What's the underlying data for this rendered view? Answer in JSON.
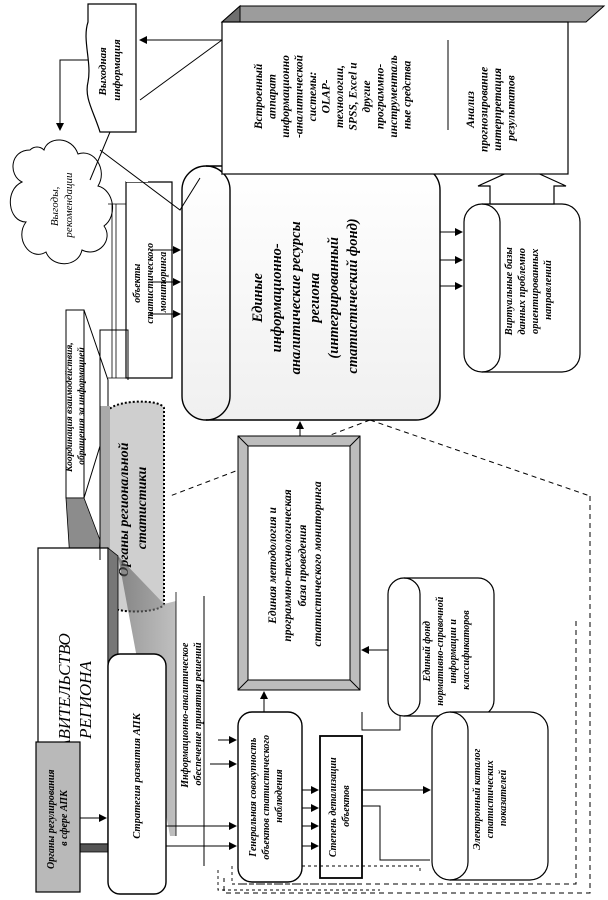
{
  "blocks": {
    "output_info": {
      "lines": [
        "Выходная",
        "информация"
      ]
    },
    "benefits": {
      "lines": [
        "Выгоды,",
        "рекомендации"
      ]
    },
    "builtin_apparatus": {
      "lines": [
        "Встроенный",
        "аппарат",
        "информационно",
        "-аналитической",
        "системы:",
        "OLAP-",
        "технологии,",
        "SPSS, Excel и",
        "другие",
        "программно-",
        "инструменталь",
        "ные средства"
      ]
    },
    "analysis": {
      "lines": [
        "Анализ",
        "прогнозирование",
        "интерпретация",
        "результатов"
      ]
    },
    "monitoring_objects": {
      "lines": [
        "объекты",
        "статистического",
        "мониторинга"
      ]
    },
    "unified_resources": {
      "lines": [
        "Единые",
        "информационно-",
        "аналитические ресурсы",
        "региона",
        "(интегрированный",
        "статистический фонд)"
      ]
    },
    "virtual_bases": {
      "lines": [
        "Виртуальные базы",
        "данных проблемно",
        "ориентированных",
        "направлений"
      ]
    },
    "coordination": {
      "lines": [
        "Координация взаимодействия,",
        "обращения за информацией"
      ]
    },
    "regional_statistics": {
      "lines": [
        "Органы региональной",
        "статистики"
      ]
    },
    "methodology": {
      "lines": [
        "Единая методология и",
        "программно-технологическая",
        "база проведения",
        "статистического мониторинга"
      ]
    },
    "government": {
      "lines": [
        "ПРАВИТЕЛЬСТВО",
        "РЕГИОНА"
      ]
    },
    "info_support": {
      "lines": [
        "Информационно-аналитическое",
        "обеспечение принятия решений"
      ]
    },
    "agro_regulation": {
      "lines": [
        "Органы регулирования",
        "в сфере АПК"
      ]
    },
    "agro_strategy": {
      "lines": [
        "Стратегия развития АПК"
      ]
    },
    "general_population": {
      "lines": [
        "Генеральная совокупность",
        "объектов статистического",
        "наблюдения"
      ]
    },
    "detail_degree": {
      "lines": [
        "Степень детализации",
        "объектов"
      ]
    },
    "reference_fund": {
      "lines": [
        "Единый фонд",
        "нормативно-справочной",
        "информации и",
        "классификаторов"
      ]
    },
    "catalog": {
      "lines": [
        "Электронный каталог",
        "статистических",
        "показателей"
      ]
    }
  },
  "colors": {
    "line": "#000000",
    "shade_dark": "#7a7a7a",
    "shade_mid": "#9a9a9a",
    "shade_light": "#c8c8c8",
    "reg_box": "#d6d6d6",
    "agro_box": "#b9b9b9"
  }
}
